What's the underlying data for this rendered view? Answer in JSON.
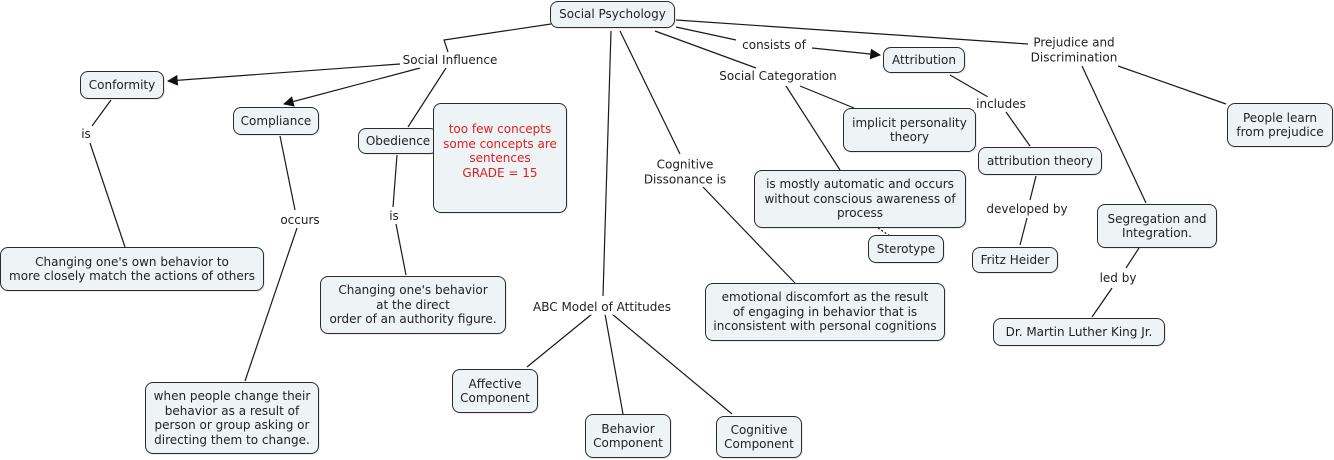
{
  "concepts": {
    "social_psychology": "Social Psychology",
    "conformity": "Conformity",
    "compliance": "Compliance",
    "obedience": "Obedience",
    "grader_note": "too few concepts\nsome concepts are\nsentences\nGRADE = 15",
    "conformity_def": "Changing one's own behavior to\nmore closely match the actions of others",
    "obedience_def": "Changing one's behavior\nat the direct\norder of an authority figure.",
    "compliance_def": "when people change their\nbehavior as a result of\nperson or group asking or\ndirecting them to change.",
    "affective": "Affective\nComponent",
    "behavior": "Behavior\nComponent",
    "cognitive": "Cognitive\nComponent",
    "dissonance_def": "emotional discomfort as the result\nof engaging in behavior that is\ninconsistent with personal cognitions",
    "implicit_personality": "implicit personality\ntheory",
    "automatic": "is mostly automatic and occurs\nwithout conscious awareness of\nprocess",
    "sterotype": "Sterotype",
    "attribution": "Attribution",
    "attribution_theory": "attribution theory",
    "fritz_heider": "Fritz Heider",
    "segregation": "Segregation and\nIntegration.",
    "mlk": "Dr. Martin Luther King Jr.",
    "people_learn": "People learn\nfrom prejudice"
  },
  "link_labels": {
    "social_influence": "Social Influence",
    "is_conformity": "is",
    "occurs": "occurs",
    "is_obedience": "is",
    "abc_model": "ABC Model of Attitudes",
    "cognitive_dissonance": "Cognitive\nDissonance is",
    "consists_of": "consists of",
    "social_categoration": "Social Categoration",
    "includes": "includes",
    "developed_by": "developed by",
    "prejudice": "Prejudice and\nDiscrimination",
    "led_by": "led by"
  },
  "colors": {
    "node_fill": "#eef3f5",
    "node_border": "#2b2b2b",
    "note_text": "#e02020",
    "line": "#1a1a1a"
  }
}
